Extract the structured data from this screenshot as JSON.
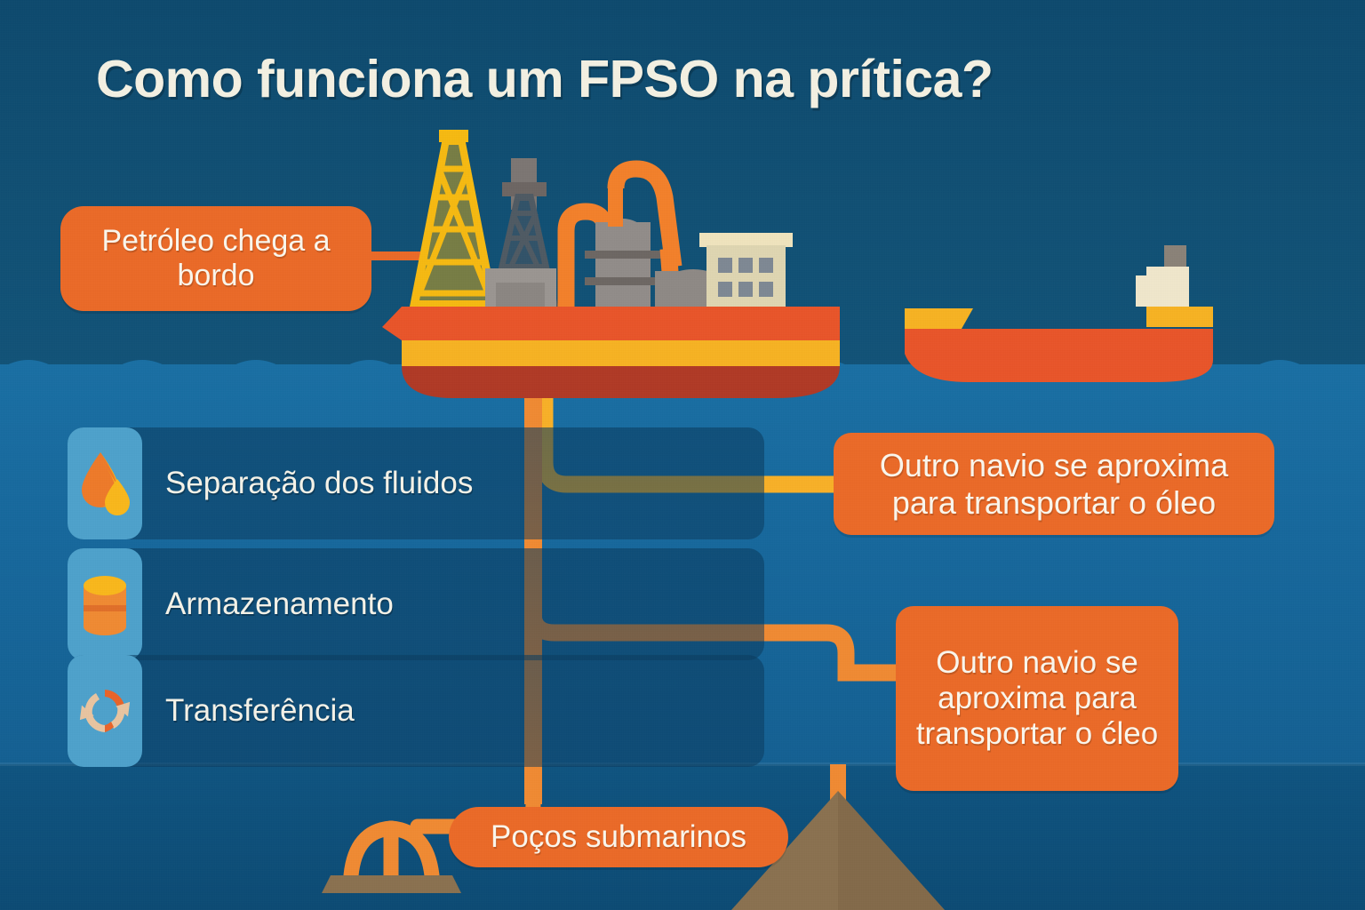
{
  "header": {
    "title": "Como funciona um FPSO na prítica?"
  },
  "callouts": {
    "oil_arrives": "Petróleo chega a bordo",
    "other_ship_top": "Outro navio se aproxima para transportar o óleo",
    "other_ship_bottom": "Outro navio se aproxima para transportar o ćleo",
    "subsea_wells": "Poços submarinos"
  },
  "process_steps": [
    {
      "label": "Separação dos fluidos",
      "icon": "oil-droplets-icon"
    },
    {
      "label": "Armazenamento",
      "icon": "storage-tank-icon"
    },
    {
      "label": "Transferência",
      "icon": "recycle-arrows-icon"
    }
  ],
  "scene": {
    "fpso_vessel": "fpso-vessel",
    "shuttle_tanker": "shuttle-tanker",
    "derrick": "yellow-derrick-tower",
    "drilling_tower": "gray-drilling-tower",
    "accommodation_block": "accommodation-block",
    "riser_pipe": "riser-pipe",
    "wellheads": "subsea-wellheads",
    "seabed_mound": "seabed-mound"
  },
  "colors": {
    "sky": "#0f4c70",
    "water": "#1a6fa3",
    "deep_water": "#0f5480",
    "accent_orange": "#ea6a28",
    "pipe_yellow": "#f7b028",
    "pipe_orange": "#ef8a33",
    "hull_orange": "#e8552a",
    "hull_yellow": "#f6b223",
    "hull_dark_red": "#b03a26",
    "title_cream": "#f3f0e2",
    "tile_blue": "#4ea1cb",
    "seabed_brown": "#8a7150"
  }
}
